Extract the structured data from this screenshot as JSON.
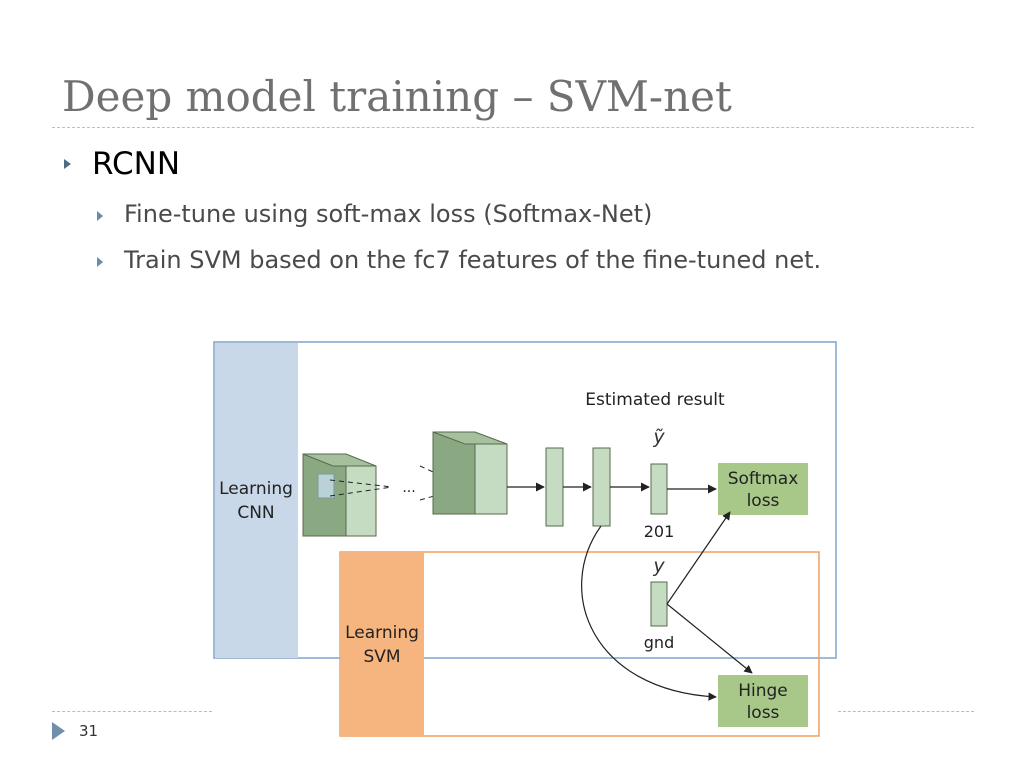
{
  "slide": {
    "title": "Deep model training – SVM-net",
    "bullets": [
      "RCNN",
      "Fine-tune using soft-max loss (Softmax-Net)",
      "Train SVM based on the fc7 features of the fine-tuned net."
    ],
    "page_number": "31"
  },
  "diagram": {
    "estimated_result_label": "Estimated result",
    "y_tilde_symbol": "ỹ",
    "y_symbol": "y",
    "learning_cnn_line1": "Learning",
    "learning_cnn_line2": "CNN",
    "learning_svm_line1": "Learning",
    "learning_svm_line2": "SVM",
    "ellipsis": "...",
    "output_dim_label": "201",
    "gnd_label": "gnd",
    "softmax_loss_line1": "Softmax",
    "softmax_loss_line2": "loss",
    "hinge_loss_line1": "Hinge",
    "hinge_loss_line2": "loss",
    "colors": {
      "cnn_panel": "#c8d8e8",
      "svm_panel": "#f6b47e",
      "svm_border": "#f0a060",
      "loss_box": "#a8c88a",
      "layer_fill": "#c6dcc2",
      "layer_dark": "#8aa882",
      "frame_border": "#7ea4cc"
    }
  }
}
